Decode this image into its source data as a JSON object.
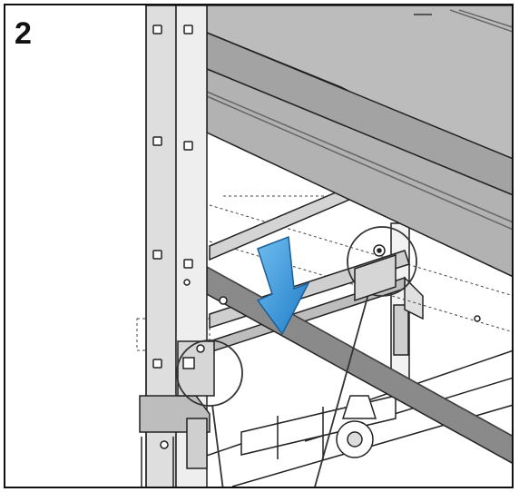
{
  "figure": {
    "step_number": "2",
    "colors": {
      "outline": "#222222",
      "rack_rail_fill": "#d9d9d9",
      "device_top": "#bfbfbf",
      "device_front": "#a8a8a8",
      "floor_bar": "#8a8a8a",
      "arrow_blue": "#2d8fd6",
      "callout_circle": "#333333"
    },
    "icons": [
      "down-arrow-icon",
      "callout-circle",
      "caster-wheel"
    ]
  }
}
